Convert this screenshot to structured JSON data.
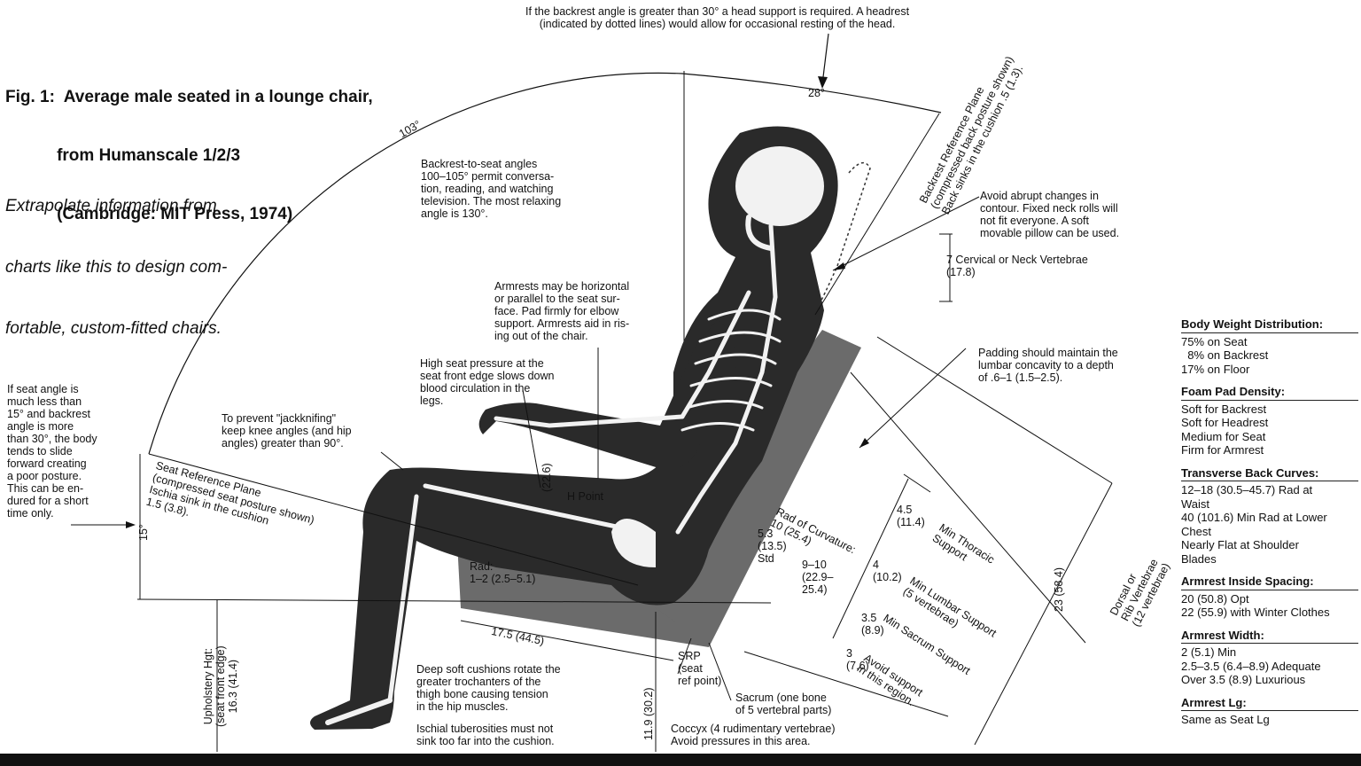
{
  "figure": {
    "title_lines": [
      "Fig. 1:  Average male seated in a lounge chair,",
      "           from Humanscale 1/2/3",
      "           (Cambridge: MIT Press, 1974)"
    ],
    "subtitle_lines": [
      "Extrapolate information from",
      "charts like this to design com-",
      "fortable, custom-fitted chairs."
    ]
  },
  "notes": {
    "top": "If the backrest angle is greater than 30° a head support is required. A headrest\n(indicated by dotted lines) would allow for occasional resting of the head.",
    "backrest_angles": "Backrest-to-seat angles\n100–105° permit conversa-\ntion, reading, and watching\ntelevision. The most relaxing\nangle is 130°.",
    "armrests": "Armrests may be horizontal\nor parallel to the seat sur-\nface. Pad firmly for elbow\nsupport. Armrests aid in ris-\ning out of the chair.",
    "seat_pressure": "High seat pressure at the\nseat front edge slows down\nblood circulation in the\nlegs.",
    "jackknifing": "To prevent \"jackknifing\"\nkeep knee angles (and hip\nangles) greater than 90°.",
    "seat_angle": "If seat angle is\nmuch less than\n15° and backrest\nangle is more\nthan 30°, the body\ntends to slide\nforward creating\na poor posture.\nThis can be en-\ndured for a short\ntime only.",
    "contour": "Avoid abrupt changes in\ncontour. Fixed neck rolls will\nnot fit everyone. A soft\nmovable pillow can be used.",
    "cervical": "7 Cervical or Neck Vertebrae\n(17.8)",
    "padding": "Padding should maintain the\nlumbar concavity to a depth\nof .6–1 (1.5–2.5).",
    "deep_cushions": "Deep soft cushions rotate the\ngreater trochanters of the\nthigh bone causing tension\nin the hip muscles.",
    "ischial": "Ischial tuberosities must not\nsink too far into the cushion.",
    "srp": "SRP\n(seat\nref point)",
    "sacrum": "Sacrum (one bone\nof 5 vertebral parts)",
    "coccyx": "Coccyx (4 rudimentary vertebrae)\nAvoid pressures in this area.",
    "rad_seat": "Rad:\n1–2 (2.5–5.1)",
    "h_point": "H Point"
  },
  "rotated_labels": {
    "backrest_plane": "Backrest Reference Plane\n(compressed back posture shown)\nBack sinks in the cushion .5 (1.3).",
    "seat_plane": "Seat Reference Plane\n(compressed seat posture shown)\nIschia sink in the cushion\n1.5 (3.8).",
    "rad_curvature": "Rad of Curvature:\n10 (25.4)",
    "thoracic": "Min Thoracic\nSupport",
    "lumbar": "Min Lumbar Support\n(5 vertebrae)",
    "sacrum_support": "Min Sacrum Support",
    "avoid_support": "Avoid support\nin this region.",
    "dorsal": "Dorsal or\nRib Vertebrae\n(12 vertebrae)",
    "upholstery": "Upholstery Hgt:\n(seat front edge)\n16.3 (41.4)",
    "seat_height": "11.9 (30.2)",
    "dorsal_len": "23 (58.4)",
    "seat_depth": "17.5 (44.5)",
    "thoracic_val": "4.5\n(11.4)",
    "lumbar_val": "4\n(10.2)",
    "sacrum_val": "3.5\n(8.9)",
    "avoid_val": "3\n(7.6)",
    "std_val": "5.3\n(13.5)\nStd",
    "rad_val": "9–10\n(22.9–\n25.4)",
    "forearm_val": "(22.6)",
    "angle_103": "103°",
    "angle_28": "28°",
    "angle_15": "15°"
  },
  "side_panel": [
    {
      "heading": "Body Weight Distribution:",
      "lines": [
        "75% on Seat",
        "  8% on Backrest",
        "17% on Floor"
      ]
    },
    {
      "heading": "Foam Pad Density:",
      "lines": [
        "Soft for Backrest",
        "Soft for Headrest",
        "Medium for Seat",
        "Firm for Armrest"
      ]
    },
    {
      "heading": "Transverse Back Curves:",
      "lines": [
        "12–18 (30.5–45.7) Rad at",
        "Waist",
        "40 (101.6) Min Rad at Lower",
        "Chest",
        "Nearly Flat at Shoulder",
        "Blades"
      ]
    },
    {
      "heading": "Armrest Inside Spacing:",
      "lines": [
        "20 (50.8) Opt",
        "22 (55.9) with Winter Clothes"
      ]
    },
    {
      "heading": "Armrest Width:",
      "lines": [
        "2 (5.1) Min",
        "2.5–3.5 (6.4–8.9) Adequate",
        "Over 3.5 (8.9) Luxurious"
      ]
    },
    {
      "heading": "Armrest Lg:",
      "lines": [
        "Same as Seat Lg"
      ]
    }
  ],
  "colors": {
    "ink": "#111111",
    "chair": "#6b6b6b",
    "body": "#2a2a2a",
    "bone": "#f2f2f2"
  }
}
